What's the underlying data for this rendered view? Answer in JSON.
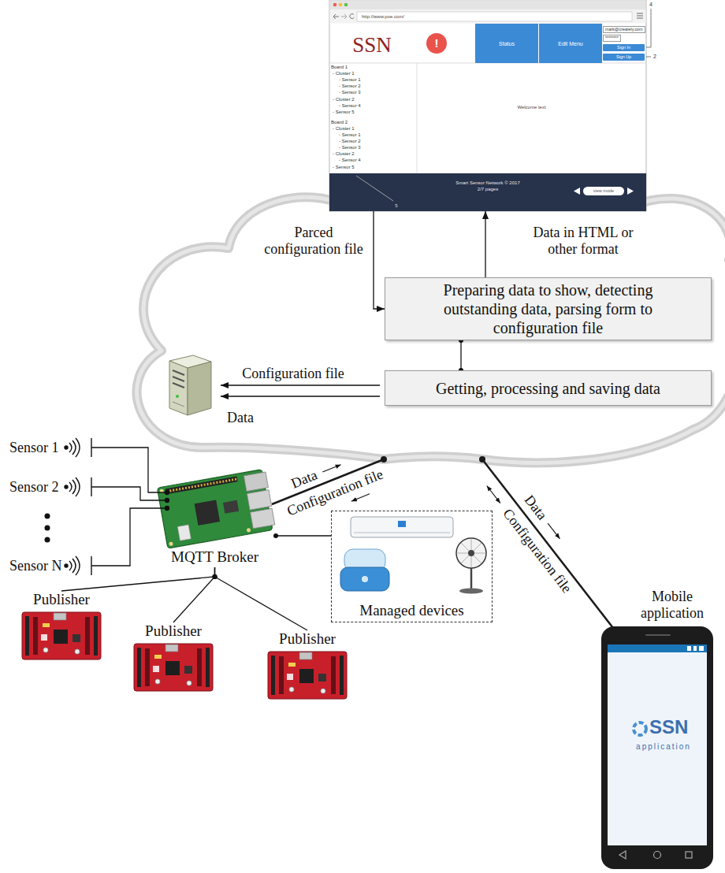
{
  "diagram": {
    "nodes": [
      {
        "text": [
          "http://www.poe.com/"
        ]
      },
      {
        "text": [
          "!"
        ],
        "in": 0
      },
      {
        "text": [
          "Status"
        ],
        "in": 0
      },
      {
        "text": [
          "Edit Menu"
        ],
        "in": 0
      },
      {
        "text": [
          "mark@creately.com"
        ],
        "in": 0
      },
      {
        "text": [
          "********"
        ],
        "in": 0
      },
      {
        "text": [
          "Sign In"
        ],
        "in": 0
      },
      {
        "text": [
          "Sign Up"
        ],
        "in": 0
      },
      {
        "text": [
          "Board 1",
          "- Cluster 1",
          "- Sensor 1",
          "- Sensor 2",
          "- Sensor 3",
          "- Cluster 2",
          "- Sensor 4",
          "- Sensor 5",
          "Board 2",
          "- Cluster 1",
          "- Sensor 1",
          "- Sensor 2",
          "- Sensor 3",
          "- Cluster 2",
          "- Sensor 4",
          "- Sensor 5"
        ],
        "in": 0
      },
      {
        "text": [
          "Welcome text"
        ],
        "in": 0
      },
      {
        "text": [
          "Smart Sensor Network © 2017",
          "2/7 pages"
        ],
        "in": 0
      },
      {
        "text": [
          "view mode"
        ],
        "in": 10
      },
      {
        "text": [
          "Preparing data to show, detecting outstanding data, parsing form to configuration file"
        ]
      },
      {
        "text": [
          "Getting, processing and saving data"
        ]
      },
      {
        "text": [
          "MQTT Broker"
        ]
      },
      {
        "text": [
          "Managed devices"
        ]
      },
      {
        "text": [
          "Mobile application",
          "SSN",
          "application"
        ]
      },
      {
        "text": [
          "Publisher"
        ]
      },
      {
        "text": [
          "Publisher"
        ]
      },
      {
        "text": [
          "Publisher"
        ]
      }
    ],
    "edges": [
      {
        "from": 0,
        "to": 12,
        "label": "Parced configuration file",
        "arrow": "to"
      },
      {
        "from": 12,
        "to": 0,
        "label": "Data in HTML or other format",
        "arrow": "to"
      },
      {
        "from": 12,
        "to": 13,
        "arrow": "none"
      },
      {
        "from": 14,
        "to": 15,
        "arrow": "none"
      },
      {
        "from": 14,
        "to": 17,
        "arrow": "none"
      },
      {
        "from": 14,
        "to": 18,
        "arrow": "none"
      },
      {
        "from": 14,
        "to": 19,
        "arrow": "none"
      }
    ],
    "labels": [
      "4",
      "SSN",
      "2",
      "5",
      "Configuration file",
      "Data",
      "Sensor 1",
      "Data",
      "Configuration file",
      "Data",
      "Configuration file",
      "Sensor 2",
      "Sensor N"
    ]
  }
}
